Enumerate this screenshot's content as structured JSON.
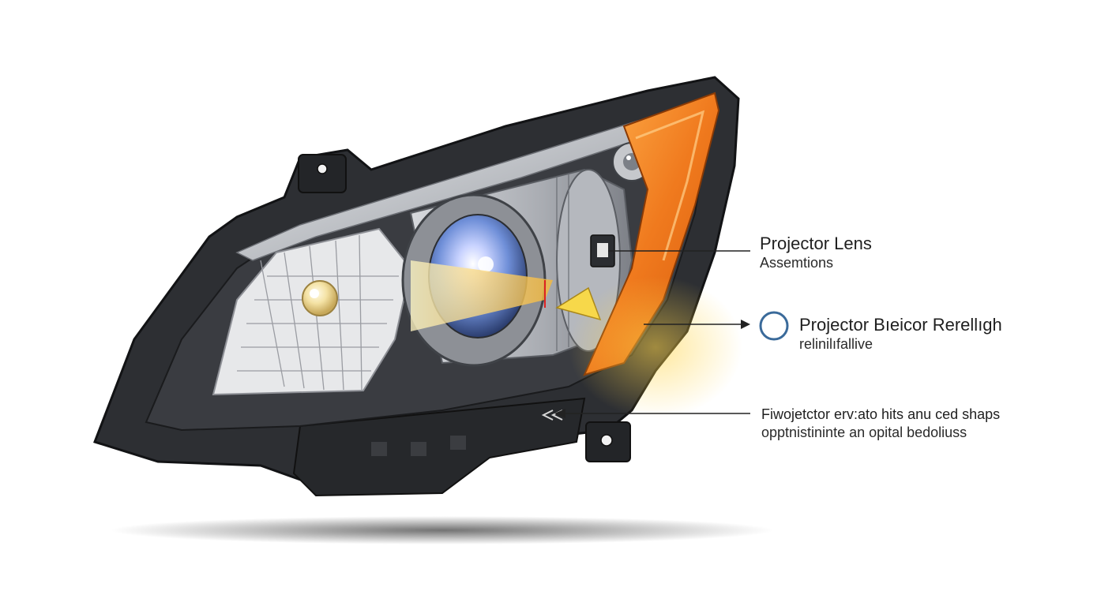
{
  "diagram": {
    "subject_icon": "headlight-assembly-illustration",
    "colors": {
      "housing": "#2d2f33",
      "chrome": "#c9cbcf",
      "amber": "#f07a1e",
      "lens_blue": "#6f8fd8",
      "beam_yellow": "#f5c542",
      "callout_circle": "#3a6a9a",
      "leader_line": "#222222"
    },
    "callouts": [
      {
        "line1": "Projector Lens",
        "line2": "Assemtions"
      },
      {
        "line1": "Projector Bıeicor Rerellıgh",
        "line2": "relinilıfallive"
      },
      {
        "line1": "Fiwojetctor erv:ato hits anu ced shaps",
        "line2": "opptnistininte an opital bedoliuss"
      }
    ]
  }
}
